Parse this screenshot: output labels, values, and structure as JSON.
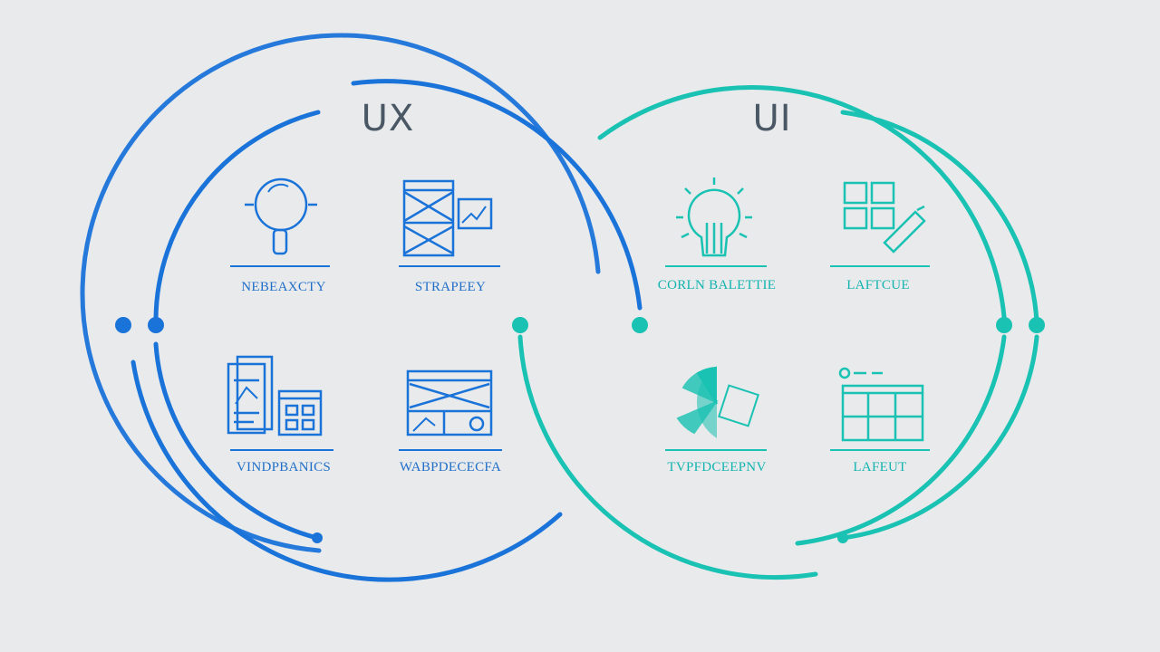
{
  "colors": {
    "ux_accent": "#1a73d9",
    "ui_accent": "#19c2b3",
    "background": "#e9eaeb",
    "title_text": "#4a5866"
  },
  "ux": {
    "title": "UX",
    "items": [
      {
        "label": "NEBEAXCTY",
        "icon": "magnifier-icon"
      },
      {
        "label": "STRAPEEY",
        "icon": "wireframe-icon"
      },
      {
        "label": "VINDPBANICS",
        "icon": "documents-grid-icon"
      },
      {
        "label": "WABPDECECFA",
        "icon": "browser-wireframe-icon"
      }
    ]
  },
  "ui": {
    "title": "UI",
    "items": [
      {
        "label": "CORLN BALETTIE",
        "icon": "lightbulb-icon"
      },
      {
        "label": "LAFTCUE",
        "icon": "grid-pen-icon"
      },
      {
        "label": "TVPFDCEEPNV",
        "icon": "color-wheel-icon"
      },
      {
        "label": "LAFEUT",
        "icon": "layout-grid-icon"
      }
    ]
  }
}
